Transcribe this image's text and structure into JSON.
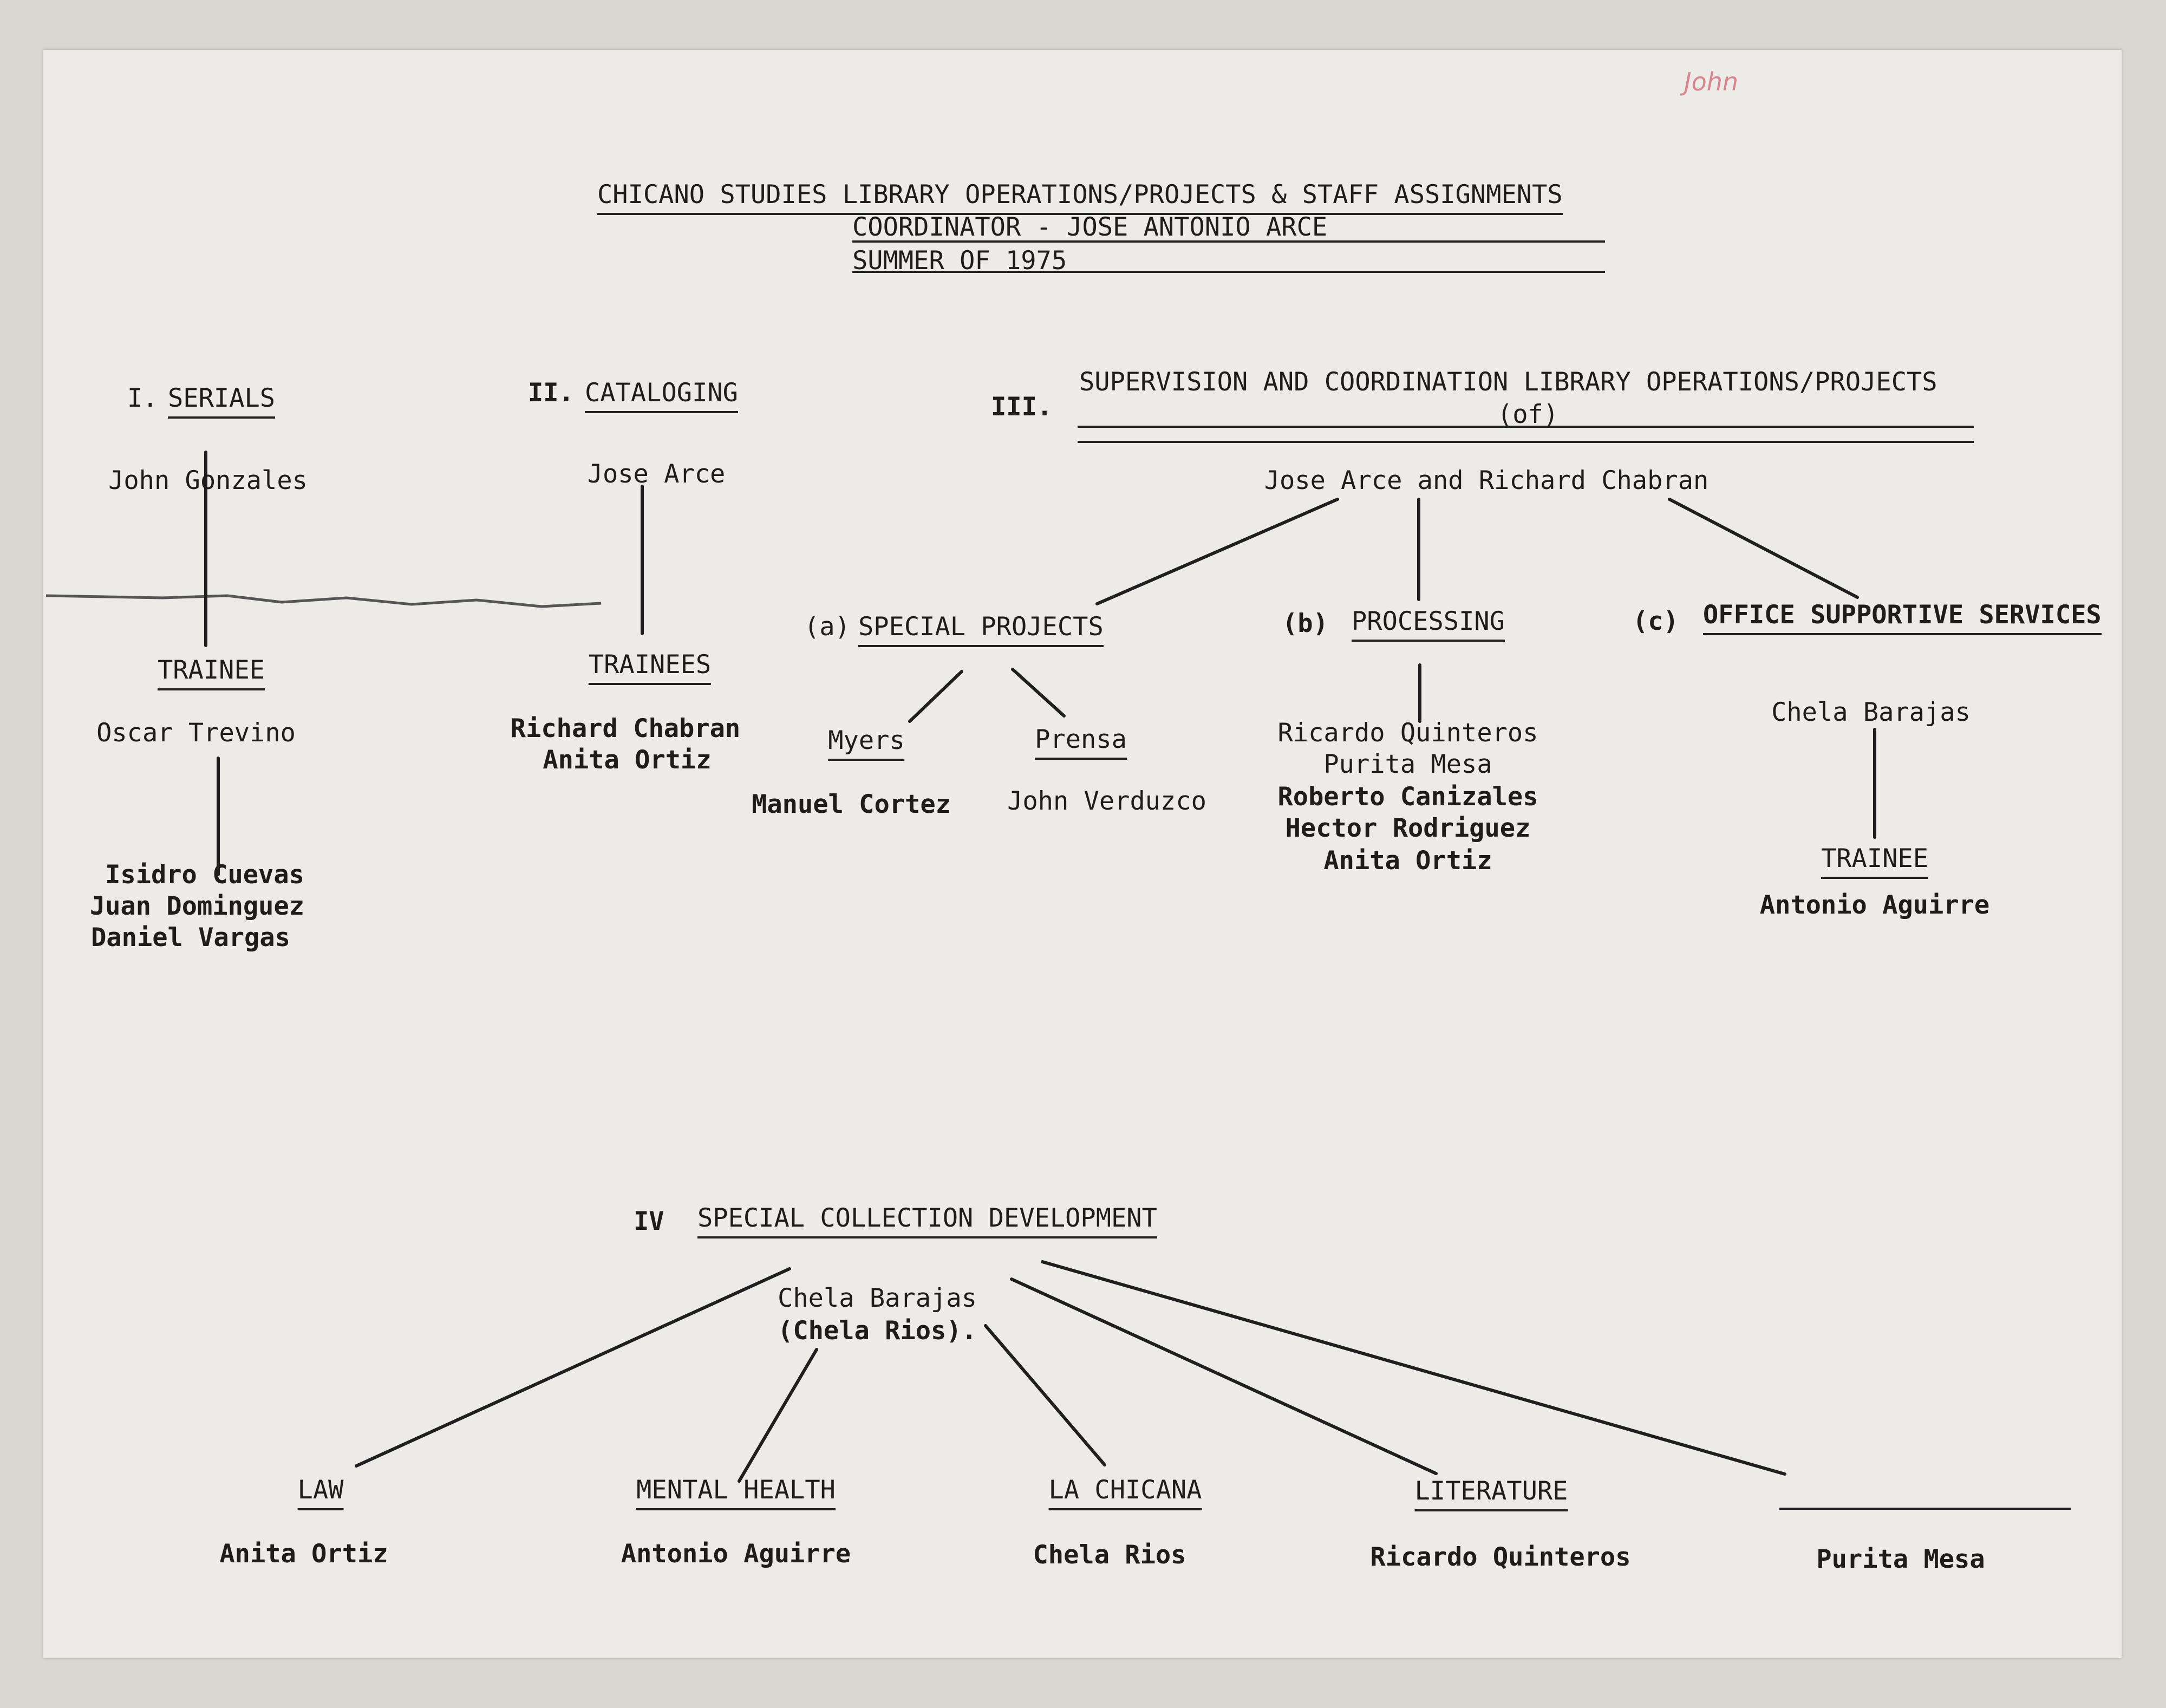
{
  "corner_note": "John",
  "header": {
    "line1": "CHICANO STUDIES LIBRARY OPERATIONS/PROJECTS & STAFF ASSIGNMENTS",
    "line2": "COORDINATOR - JOSE ANTONIO ARCE",
    "line3": "SUMMER OF 1975"
  },
  "serials": {
    "numeral": "I.",
    "title": "SERIALS",
    "head": "John Gonzales",
    "role": "TRAINEE",
    "trainee": "Oscar Trevino",
    "staff": [
      "Isidro Cuevas",
      "Juan Dominguez",
      "Daniel Vargas"
    ]
  },
  "cataloging": {
    "numeral": "II.",
    "title": "CATALOGING",
    "head": "Jose Arce",
    "role": "TRAINEES",
    "trainees": [
      "Richard Chabran",
      "Anita Ortiz"
    ]
  },
  "supervision": {
    "numeral": "III.",
    "title_line1": "SUPERVISION AND COORDINATION LIBRARY OPERATIONS/PROJECTS",
    "title_line2": "(of)",
    "heads": "Jose Arce and Richard Chabran",
    "special_projects": {
      "letter": "(a)",
      "title": "SPECIAL PROJECTS",
      "myers": {
        "title": "Myers",
        "person": "Manuel Cortez"
      },
      "prensa": {
        "title": "Prensa",
        "person": "John Verduzco"
      }
    },
    "processing": {
      "letter": "(b)",
      "title": "PROCESSING",
      "staff": [
        "Ricardo Quinteros",
        "Purita Mesa",
        "Roberto Canizales",
        "Hector Rodriguez",
        "Anita Ortiz"
      ]
    },
    "office": {
      "letter": "(c)",
      "title": "OFFICE SUPPORTIVE SERVICES",
      "head": "Chela Barajas",
      "role": "TRAINEE",
      "trainee": "Antonio Aguirre"
    }
  },
  "special_collection": {
    "numeral": "IV",
    "title": "SPECIAL COLLECTION DEVELOPMENT",
    "head_line1": "Chela Barajas",
    "head_line2": "(Chela Rios).",
    "areas": [
      {
        "title": "LAW",
        "person": "Anita Ortiz"
      },
      {
        "title": "MENTAL HEALTH",
        "person": "Antonio Aguirre"
      },
      {
        "title": "LA CHICANA",
        "person": "Chela Rios"
      },
      {
        "title": "LITERATURE",
        "person": "Ricardo Quinteros"
      },
      {
        "title": "",
        "person": "Purita Mesa"
      }
    ]
  }
}
